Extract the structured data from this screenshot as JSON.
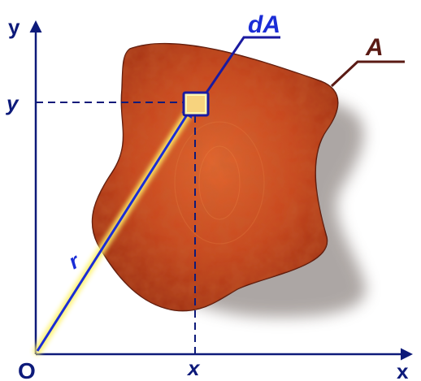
{
  "diagram": {
    "labels": {
      "y_axis": "y",
      "x_axis": "x",
      "origin": "O",
      "y_tick": "y",
      "x_tick": "x",
      "element": "dA",
      "region": "A",
      "radius": "r"
    },
    "colors": {
      "axes": "#0d1a7a",
      "radius_vector": "#1a2cd6",
      "radius_glow": "#fff36a",
      "region_fill": "#c9451c",
      "region_dark": "#8f2a10",
      "region_light": "#e0652e",
      "region_outline": "#5a1608",
      "leader_A": "#5a1a14",
      "element_box": "#1a1aa0",
      "element_highlight": "#fff7b0"
    }
  }
}
